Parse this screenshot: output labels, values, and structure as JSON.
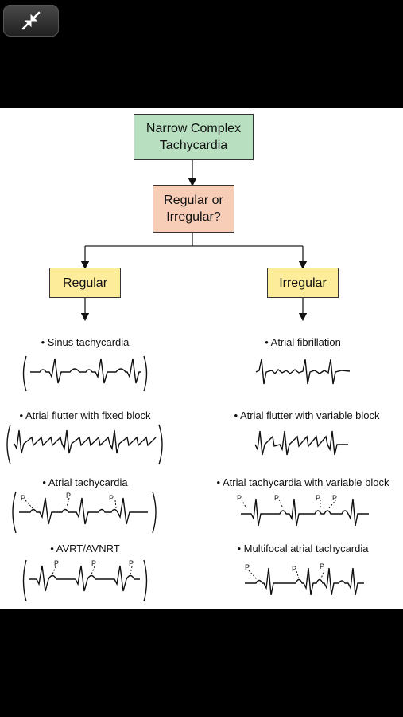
{
  "controls": {
    "collapse_icon": "collapse-arrows-icon"
  },
  "flowchart": {
    "root": {
      "line1": "Narrow Complex",
      "line2": "Tachycardia"
    },
    "decision": {
      "line1": "Regular or",
      "line2": "Irregular?"
    },
    "branches": {
      "left": "Regular",
      "right": "Irregular"
    },
    "colors": {
      "root": "#b7dfc0",
      "decision": "#f7cdb7",
      "branch": "#fdec9a"
    }
  },
  "regular_items": [
    "• Sinus tachycardia",
    "• Atrial flutter with fixed block",
    "• Atrial tachycardia",
    "• AVRT/AVNRT"
  ],
  "irregular_items": [
    "• Atrial fibrillation",
    "• Atrial flutter with variable block",
    "• Atrial tachycardia with variable block",
    "• Multifocal atrial tachycardia"
  ],
  "p_wave_marker": "P"
}
